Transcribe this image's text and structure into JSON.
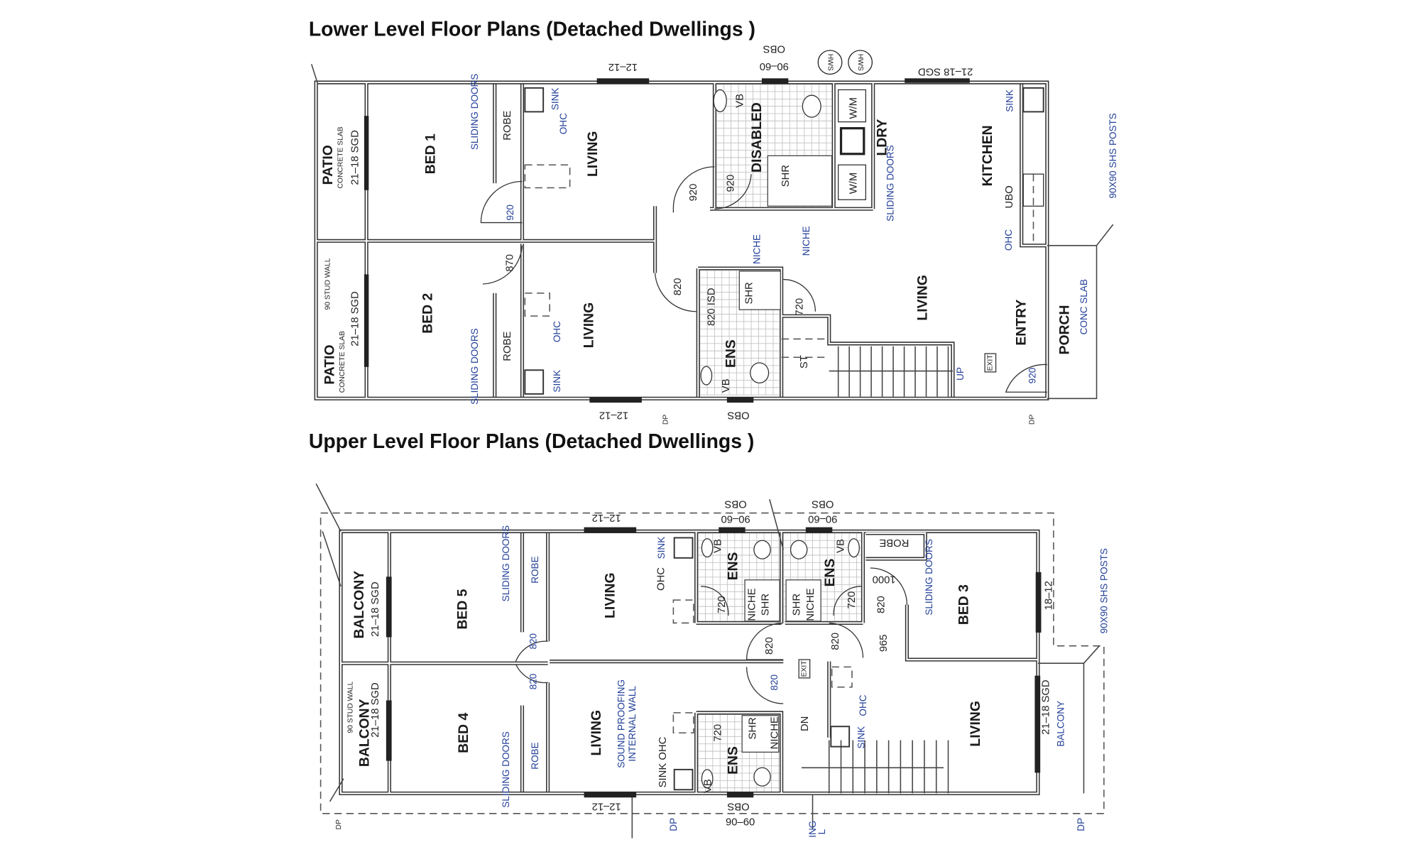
{
  "lower": {
    "title": "Lower Level Floor Plans (Detached Dwellings )",
    "labels": {
      "patio_1": "PATIO",
      "patio_1_slab": "CONCRETE SLAB",
      "patio_1_sgd": "21–18 SGD",
      "patio_2": "PATIO",
      "patio_2_slab": "CONCRETE SLAB",
      "patio_2_sgd": "21–18 SGD",
      "stud_wall": "90 STUD WALL",
      "bed_1": "BED 1",
      "bed_2": "BED 2",
      "sliding_doors_1": "SLIDING DOORS",
      "robe_1": "ROBE",
      "sink_1": "SINK",
      "ohc_1": "OHC",
      "sliding_doors_2": "SLIDING DOORS",
      "robe_2": "ROBE",
      "sink_2": "SINK",
      "ohc_2": "OHC",
      "living_1": "LIVING",
      "living_2": "LIVING",
      "living_3": "LIVING",
      "door_bed1": "920",
      "door_bed2": "870",
      "door_disabled_outer": "920",
      "door_living_820": "820",
      "disabled": "DISABLED",
      "vb_disabled": "VB",
      "door_disabled": "920",
      "shr_disabled": "SHR",
      "wm_1": "W/M",
      "wm_2": "W/M",
      "ldry": "LDRY",
      "sliding_doors_ldry": "SLIDING DOORS",
      "kitchen": "KITCHEN",
      "sink_kitchen": "SINK",
      "ubo": "UBO",
      "ohc_kitchen": "OHC",
      "niche_1": "NICHE",
      "niche_2": "NICHE",
      "entry": "ENTRY",
      "door_entry": "920",
      "porch": "PORCH",
      "porch_slab": "CONC SLAB",
      "posts": "90X90 SHS POSTS",
      "isd": "820 ISD",
      "ens": "ENS",
      "vb_ens": "VB",
      "shr_ens": "SHR",
      "door_st": "720",
      "st": "ST",
      "up": "UP",
      "win_top_1": "12–12",
      "obs_top": "OBS",
      "obs_top_size": "90–60",
      "hws_1": "HWS",
      "hws_2": "HWS",
      "sgd_top": "21–18 SGD",
      "win_bottom_1": "12–12",
      "obs_bottom": "OBS",
      "dp_1": "DP",
      "dp_2": "DP",
      "exit": "EXIT"
    }
  },
  "upper": {
    "title": "Upper Level Floor Plans (Detached Dwellings )",
    "labels": {
      "balcony_1": "BALCONY",
      "balcony_1_sgd": "21–18 SGD",
      "bed_5": "BED 5",
      "sliding_doors_5": "SLIDING DOORS",
      "robe_5": "ROBE",
      "living_5": "LIVING",
      "ohc_5": "OHC",
      "sink_5": "SINK",
      "ens_a": "ENS",
      "vb_a": "VB",
      "door_a": "720",
      "niche_a": "NICHE",
      "shr_a": "SHR",
      "ens_b": "ENS",
      "vb_b": "VB",
      "door_b": "720",
      "niche_b": "NICHE",
      "shr_b": "SHR",
      "robe_3": "ROBE",
      "dim_1000": "1000",
      "sliding_doors_3": "SLIDING DOORS",
      "bed_3": "BED 3",
      "door_bed3": "820",
      "dim_965": "965",
      "win_bed3": "18–12",
      "door_bed5": "820",
      "door_bed4": "820",
      "door_corr_1": "820",
      "door_corr_2": "820",
      "door_corr_3": "820",
      "stud_wall": "90 STUD WALL",
      "balcony_2": "BALCONY",
      "balcony_2_sgd": "21–18 SGD",
      "bed_4": "BED 4",
      "sliding_doors_4": "SLIDING DOORS",
      "robe_4": "ROBE",
      "living_4": "LIVING",
      "sound_proofing": "SOUND PROOFING",
      "internal_wall": "INTERNAL WALL",
      "sink_ohc_4": "SINK OHC",
      "ens_c": "ENS",
      "door_c": "720",
      "shr_c": "SHR",
      "niche_c": "NICHE",
      "vb_c": "VB",
      "dn": "DN",
      "ohc_3": "OHC",
      "sink_3": "SINK",
      "living_3": "LIVING",
      "balcony_3_sgd": "21–18 SGD",
      "balcony_3": "BALCONY",
      "posts": "90X90 SHS POSTS",
      "win_top": "12–12",
      "obs_top_1": "OBS",
      "obs_top_1_size": "90–60",
      "obs_top_2": "OBS",
      "obs_top_2_size": "90–60",
      "win_bottom": "12–12",
      "obs_bottom": "OBS",
      "obs_bottom_size": "90–60",
      "dp_1": "DP",
      "dp_2": "DP",
      "dp_3": "DP",
      "ing": "ING",
      "ing_l": "L",
      "exit": "EXIT"
    }
  }
}
